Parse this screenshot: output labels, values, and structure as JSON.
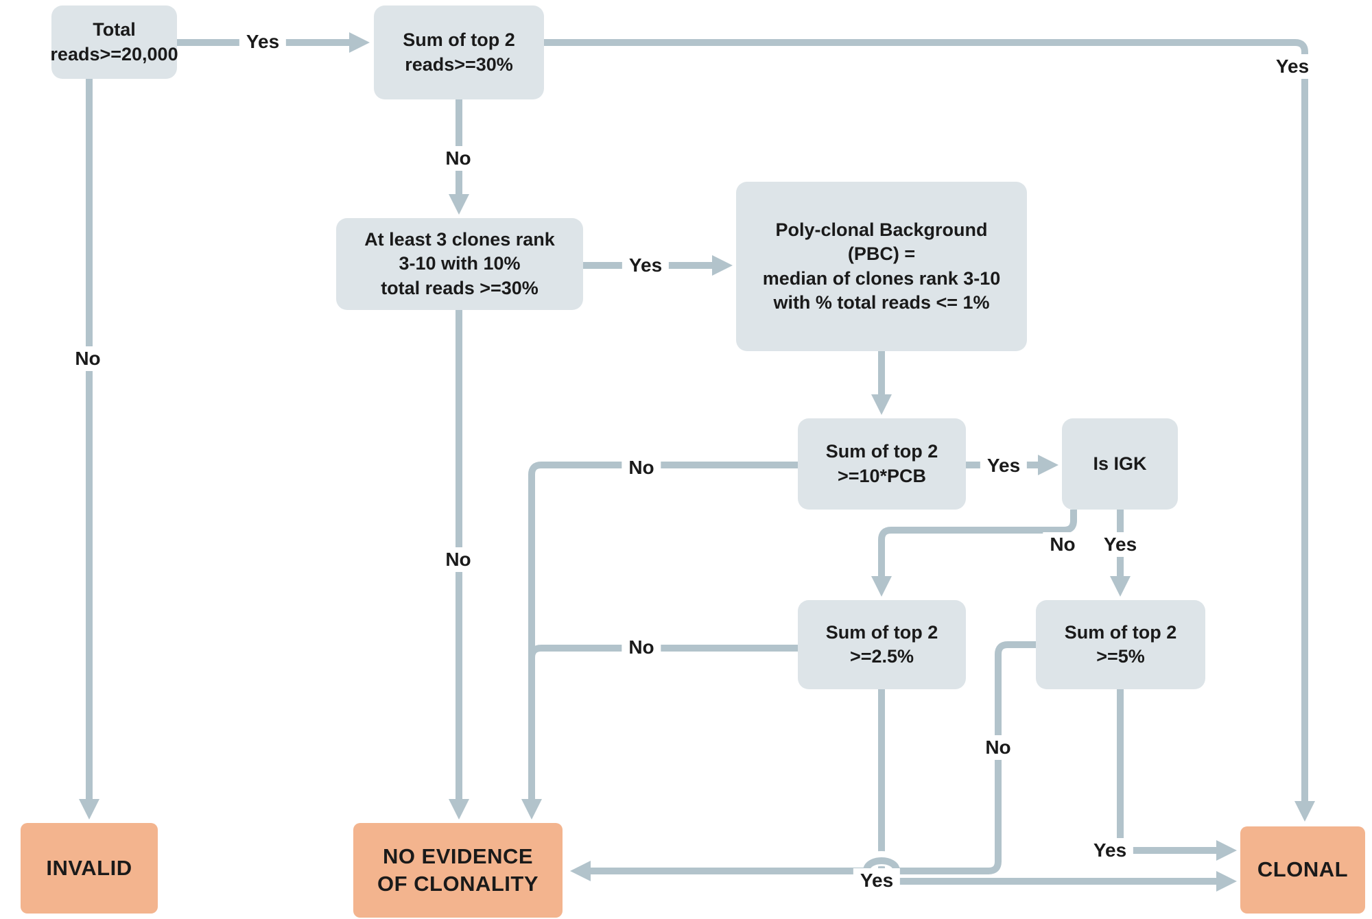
{
  "colors": {
    "decision_fill": "#dde4e8",
    "terminal_fill": "#f3b48e",
    "arrow": "#b2c3cb",
    "text": "#1a1a1a",
    "background": "#ffffff"
  },
  "nodes": {
    "total_reads": {
      "type": "decision",
      "text": "Total\nreads>=20,000"
    },
    "sum_top2_30pct": {
      "type": "decision",
      "text": "Sum of top 2\nreads>=30%"
    },
    "at_least_3_clones": {
      "type": "decision",
      "text": "At least 3 clones rank\n3-10 with 10%\ntotal reads >=30%"
    },
    "pbc": {
      "type": "decision",
      "text": "Poly-clonal Background\n(PBC) =\nmedian of clones rank 3-10\nwith % total reads <= 1%"
    },
    "sum_top2_10x_pcb": {
      "type": "decision",
      "text": "Sum of top 2\n>=10*PCB"
    },
    "is_igk": {
      "type": "decision",
      "text": "Is IGK"
    },
    "sum_top2_2_5pct": {
      "type": "decision",
      "text": "Sum of top 2\n>=2.5%"
    },
    "sum_top2_5pct": {
      "type": "decision",
      "text": "Sum of top 2\n>=5%"
    },
    "invalid": {
      "type": "terminal",
      "text": "INVALID"
    },
    "no_evidence": {
      "type": "terminal",
      "text": "NO EVIDENCE\nOF CLONALITY"
    },
    "clonal": {
      "type": "terminal",
      "text": "CLONAL"
    }
  },
  "edges": [
    {
      "from": "total_reads",
      "to": "sum_top2_30pct",
      "label": "Yes"
    },
    {
      "from": "total_reads",
      "to": "invalid",
      "label": "No"
    },
    {
      "from": "sum_top2_30pct",
      "to": "clonal",
      "label": "Yes"
    },
    {
      "from": "sum_top2_30pct",
      "to": "at_least_3_clones",
      "label": "No"
    },
    {
      "from": "at_least_3_clones",
      "to": "pbc",
      "label": "Yes"
    },
    {
      "from": "at_least_3_clones",
      "to": "no_evidence",
      "label": "No"
    },
    {
      "from": "pbc",
      "to": "sum_top2_10x_pcb",
      "label": ""
    },
    {
      "from": "sum_top2_10x_pcb",
      "to": "is_igk",
      "label": "Yes"
    },
    {
      "from": "sum_top2_10x_pcb",
      "to": "no_evidence",
      "label": "No"
    },
    {
      "from": "is_igk",
      "to": "sum_top2_2_5pct",
      "label": "No"
    },
    {
      "from": "is_igk",
      "to": "sum_top2_5pct",
      "label": "Yes"
    },
    {
      "from": "sum_top2_2_5pct",
      "to": "no_evidence",
      "label": "No"
    },
    {
      "from": "sum_top2_2_5pct",
      "to": "clonal",
      "label": "Yes"
    },
    {
      "from": "sum_top2_5pct",
      "to": "no_evidence",
      "label": "No"
    },
    {
      "from": "sum_top2_5pct",
      "to": "clonal",
      "label": "Yes"
    }
  ]
}
